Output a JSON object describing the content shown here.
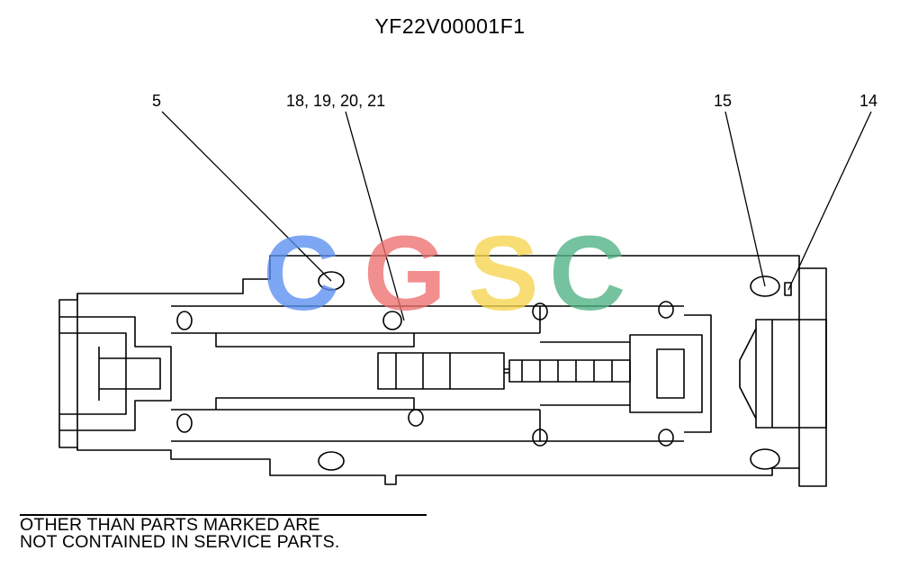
{
  "title": "YF22V00001F1",
  "callouts": {
    "c5": "5",
    "c18": "18, 19, 20, 21",
    "c15": "15",
    "c14": "14"
  },
  "watermark": {
    "letters": [
      "C",
      "G",
      "S",
      "C"
    ],
    "colors": [
      "#5b8ff0",
      "#ee6f6f",
      "#f5d44e",
      "#4fb383"
    ]
  },
  "note": {
    "line1": "OTHER THAN PARTS MARKED ARE",
    "line2": "NOT CONTAINED IN SERVICE PARTS."
  }
}
